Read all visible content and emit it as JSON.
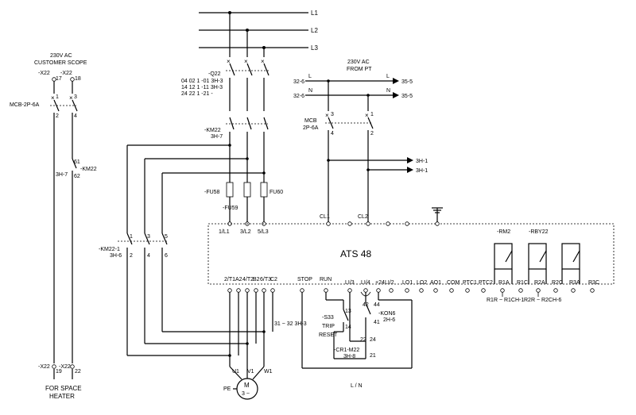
{
  "bus": {
    "l1": "L1",
    "l2": "L2",
    "l3": "L3"
  },
  "left_circuit": {
    "supply_line1": "230V AC",
    "supply_line2": "CUSTOMER SCOPE",
    "term_a": "-X22",
    "term_b": "-X22",
    "pin_17": "17",
    "pin_18": "18",
    "mcb": "MCB-2P-6A",
    "pin_1": "1",
    "pin_2": "2",
    "pin_3": "3",
    "pin_4": "4",
    "km22": "-KM22",
    "km22_ref": "3H-7",
    "pin_61": "61",
    "pin_62": "62",
    "term_c": "-X22",
    "term_d": "-X22",
    "pin_19": "19",
    "pin_22": "22",
    "footer1": "FOR SPACE",
    "footer2": "HEATER"
  },
  "main_circuit": {
    "q22": "-Q22",
    "q22_ref1": "04 02 1 -01 3H-3",
    "q22_ref2": "14 12 1 -11 3H-3",
    "q22_ref3": "24 22 1 -21 -",
    "km22": "-KM22",
    "km22_ref": "3H-7",
    "fu58": "-FU58",
    "fu59": "-FU59",
    "fu60": "FU60",
    "t1": "1/L1",
    "t2": "3/L2",
    "t3": "5/L3",
    "km22_1": "-KM22-1",
    "km22_1_ref": "3H-6",
    "n1": "1",
    "n2": "2",
    "n3": "3",
    "n4": "4",
    "n5": "5",
    "n6": "6",
    "ref_31_32": "31 ~ 32 3H-3"
  },
  "pt_circuit": {
    "title1": "230V AC",
    "title2": "FROM PT",
    "in_a": "32-6",
    "in_b": "32-6",
    "l_in": "L",
    "n_in": "N",
    "l_out": "L",
    "n_out": "N",
    "out_a": "35-5",
    "out_b": "35-5",
    "mcb": "MCB",
    "mcb2": "2P-6A",
    "p3": "3",
    "p1": "1",
    "p4": "4",
    "p2": "2",
    "out_c": "3H-1",
    "out_d": "3H-1",
    "cl1": "CL1",
    "cl2": "CL2"
  },
  "ats": {
    "title": "ATS 48",
    "bottom_terms": [
      "2/T1",
      "A2",
      "4/T2",
      "B2",
      "6/T3",
      "C2"
    ],
    "stop": "STOP",
    "run": "RUN",
    "li3": "LI/3",
    "li4": "LI/4",
    "p24": "+24",
    "li2": "LI/2",
    "lo1": "LO1",
    "lo2": "LO2",
    "ao1": "AO1",
    "com": "COM",
    "pt1": "PTC1",
    "pt2": "PTC2",
    "r1a": "R1A",
    "r1c": "R1C",
    "r2a": "R2A",
    "r2c": "R2C",
    "r3a": "R3A",
    "r3c": "R3C",
    "rm2": "-RM2",
    "rby22": "-RBY22",
    "r1_ref": "R1R ~ R1CH-1",
    "r2_ref": "R2R ~ R2CH-6"
  },
  "control": {
    "s33": "-S33",
    "s33_13": "13",
    "s33_14": "14",
    "trip": "TRIP",
    "reset": "RESET",
    "cr1": "-CR1-M22",
    "cr1_ref": "3H-8",
    "p22": "22",
    "p21": "21",
    "kon6": "-KON6",
    "kon6_ref": "2H-6",
    "p42": "42",
    "p44": "44",
    "p41": "41",
    "p24": "24",
    "ln": "L / N"
  },
  "motor": {
    "u1": "U1",
    "v1": "V1",
    "w1": "W1",
    "pe": "PE",
    "m": "M",
    "ph": "3 ~"
  }
}
